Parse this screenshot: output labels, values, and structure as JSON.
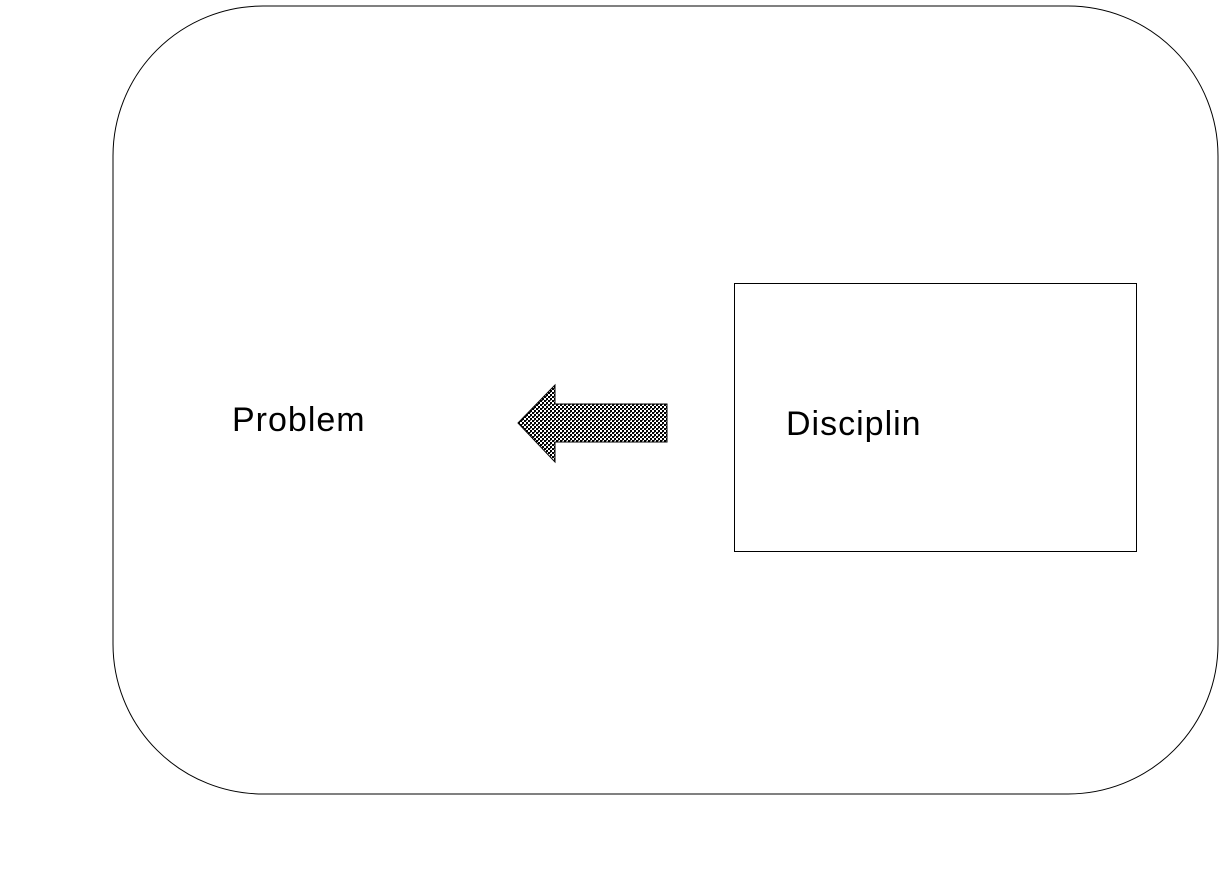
{
  "diagram": {
    "problem_label": "Problem",
    "discipline_label": "Disciplin",
    "arrow_direction": "left",
    "colors": {
      "stroke": "#000000",
      "background": "#ffffff",
      "arrow_pattern_dark": "#000000",
      "arrow_pattern_light": "#ffffff"
    }
  }
}
